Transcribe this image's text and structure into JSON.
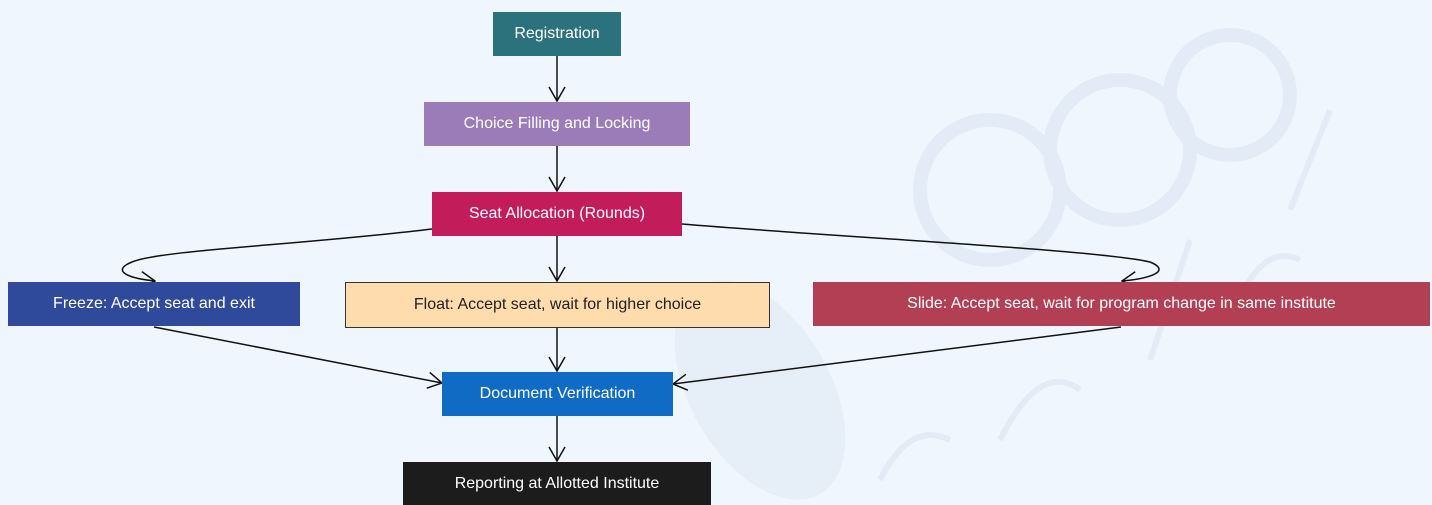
{
  "diagram": {
    "nodes": [
      {
        "id": "registration",
        "label": "Registration",
        "bg": "#2b727d",
        "fg": "#ffffff"
      },
      {
        "id": "choice",
        "label": "Choice Filling and Locking",
        "bg": "#9b7bb8",
        "fg": "#ffffff"
      },
      {
        "id": "seat",
        "label": "Seat Allocation (Rounds)",
        "bg": "#c21d5a",
        "fg": "#ffffff"
      },
      {
        "id": "freeze",
        "label": "Freeze: Accept seat and exit",
        "bg": "#2f4a9a",
        "fg": "#ffffff"
      },
      {
        "id": "float",
        "label": "Float: Accept seat, wait for higher choice",
        "bg": "#fedcad",
        "fg": "#222222"
      },
      {
        "id": "slide",
        "label": "Slide: Accept seat, wait for program change in same institute",
        "bg": "#b33f55",
        "fg": "#ffffff"
      },
      {
        "id": "docver",
        "label": "Document Verification",
        "bg": "#0f6bc4",
        "fg": "#ffffff"
      },
      {
        "id": "report",
        "label": "Reporting at Allotted Institute",
        "bg": "#1c1c1c",
        "fg": "#ffffff"
      }
    ],
    "edges": [
      {
        "from": "registration",
        "to": "choice"
      },
      {
        "from": "choice",
        "to": "seat"
      },
      {
        "from": "seat",
        "to": "freeze"
      },
      {
        "from": "seat",
        "to": "float"
      },
      {
        "from": "seat",
        "to": "slide"
      },
      {
        "from": "freeze",
        "to": "docver"
      },
      {
        "from": "float",
        "to": "docver"
      },
      {
        "from": "slide",
        "to": "docver"
      },
      {
        "from": "docver",
        "to": "report"
      }
    ],
    "edge_color": "#111111"
  }
}
